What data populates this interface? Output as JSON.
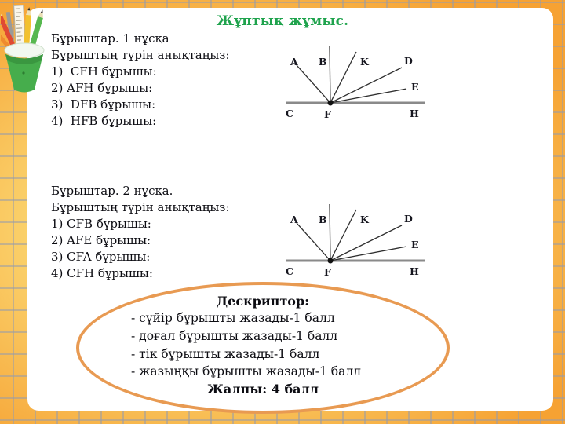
{
  "title": "Жұптық жұмыс.",
  "task1": {
    "lines": [
      "Бұрыштар. 1 нұсқа",
      "Бұрыштың түрін анықтаңыз:",
      "1)  CFH бұрышы:",
      "2) AFH бұрышы:",
      "3)  DFB бұрышы:",
      "4)  HFB бұрышы:"
    ]
  },
  "task2": {
    "lines": [
      "Бұрыштар. 2 нұсқа.",
      "Бұрыштың түрін анықтаңыз:",
      "1) CFB бұрышы:",
      "2) AFE бұрышы:",
      "3) CFA бұрышы:",
      "4) CFH бұрышы:"
    ]
  },
  "descriptor": {
    "heading": "Дескриптор:",
    "items": [
      "- сүйір бұрышты жазады-1 балл",
      "- доғал бұрышты жазады-1 балл",
      "- тік бұрышты жазады-1 балл",
      "- жазыңқы бұрышты жазады-1 балл"
    ],
    "total": "Жалпы: 4 балл"
  },
  "diagram": {
    "labels": {
      "a": "A",
      "b": "B",
      "k": "K",
      "d": "D",
      "e": "E",
      "c": "C",
      "f": "F",
      "h": "H"
    }
  },
  "colors": {
    "title_green": "#1fa34d",
    "border_orange": "#f6a233",
    "border_yellow": "#fce48a",
    "ellipse_orange": "#e89a52",
    "diagram_baseline_gray": "#8a8a8a"
  },
  "icons": {
    "clipart": "pencil-cup"
  }
}
